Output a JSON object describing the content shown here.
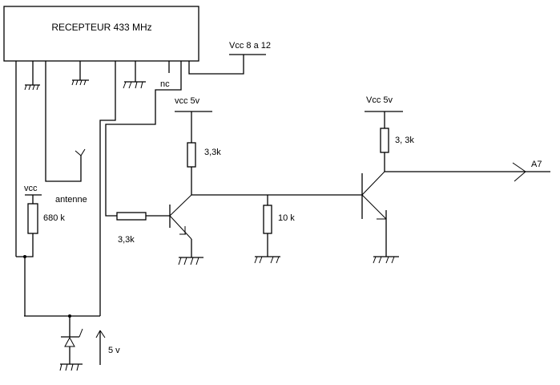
{
  "receiver": {
    "title": "RECEPTEUR 433 MHz",
    "nc_label": "nc"
  },
  "supplies": {
    "vcc_main": "Vcc 8 a 12",
    "vcc_5v_stage1": "vcc 5v",
    "vcc_5v_stage2": "Vcc 5v",
    "vcc_zener": "vcc"
  },
  "components": {
    "r_zener": "680 k",
    "r_base1": "3,3k",
    "r_collector1": "3,3k",
    "r_pulldown": "10 k",
    "r_collector2": "3, 3k"
  },
  "labels": {
    "antenna": "antenne",
    "zener_voltage": "5 v",
    "output": "A7"
  },
  "colors": {
    "line": "#000000",
    "background": "#ffffff"
  }
}
